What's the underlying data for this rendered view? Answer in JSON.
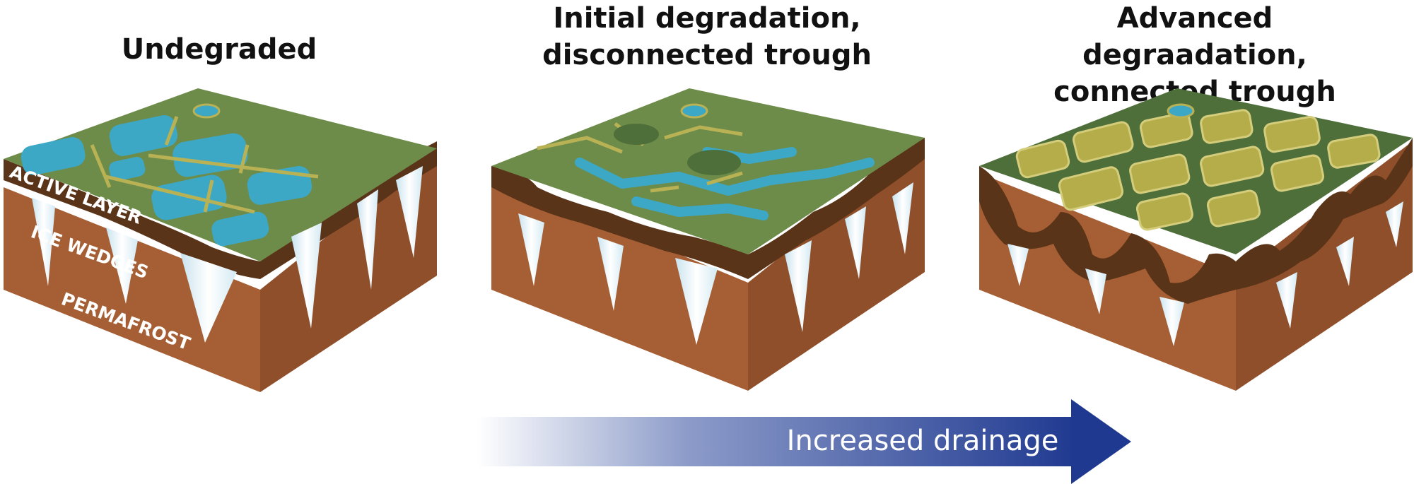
{
  "panels": [
    {
      "title": "Undegraded"
    },
    {
      "title_line1": "Initial degradation,",
      "title_line2": "disconnected trough"
    },
    {
      "title_line1": "Advanced degraadation,",
      "title_line2": "connected trough"
    }
  ],
  "layer_labels": {
    "active_layer": "ACTIVE LAYER",
    "ice_wedges": "ICE WEDGES",
    "permafrost": "PERMAFROST"
  },
  "arrow": {
    "label": "Increased drainage",
    "color": "#1f3990"
  },
  "colors": {
    "tundra_green": "#6d8b49",
    "water": "#3da8c6",
    "rim_yellow": "#b8b255",
    "active_layer": "#5a3418",
    "permafrost": "#a65f34",
    "ice": "#eef7fb"
  }
}
